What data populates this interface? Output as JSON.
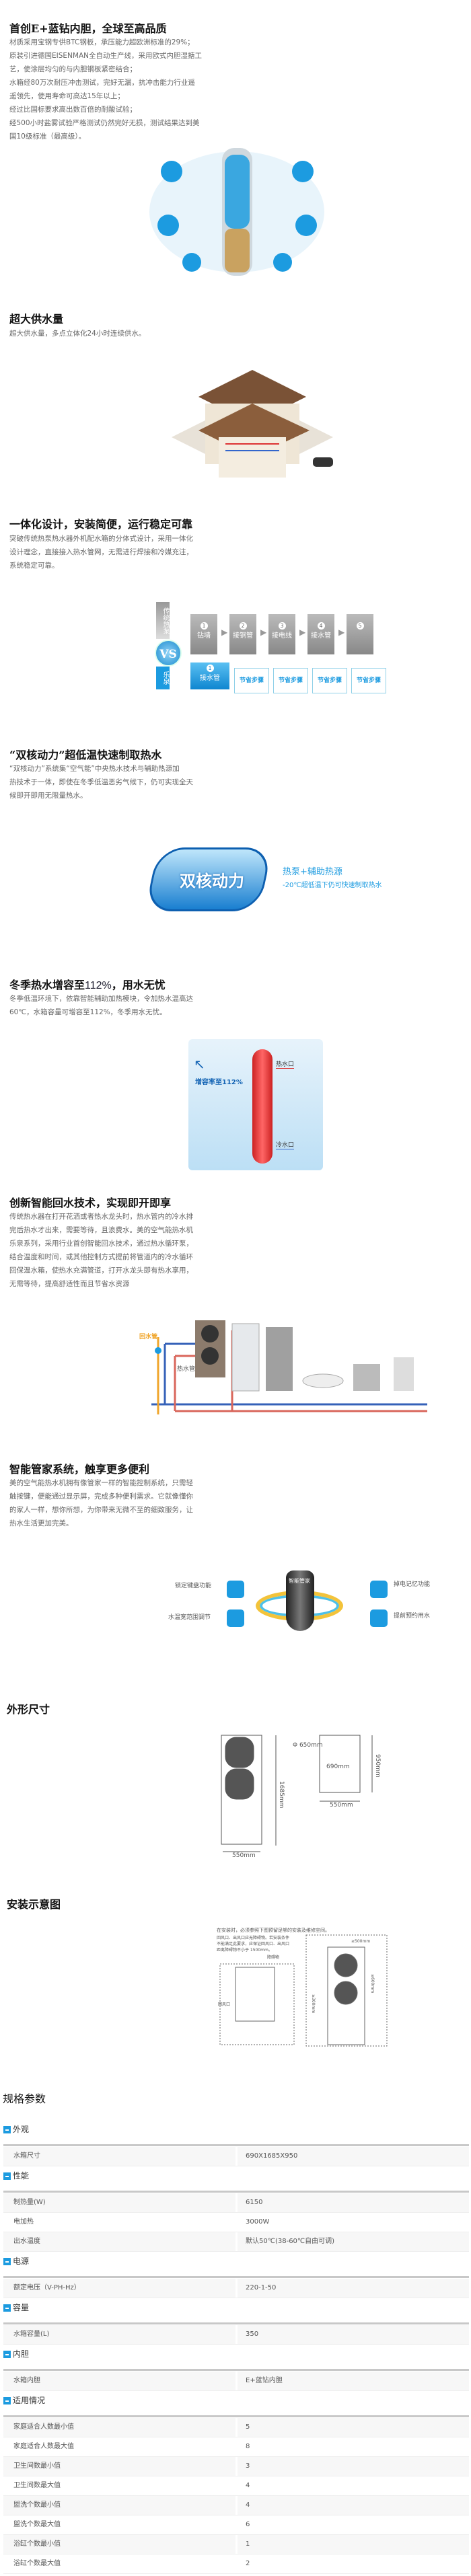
{
  "sections": [
    {
      "title": "首创E+蓝钻内胆，全球至高品质",
      "lines": [
        "材质采用宝钢专供BTC钢板，承压能力超欧洲标准的29%；",
        "原装引进德国EISENMAN全自动生产线，采用欧式内胆湿搪工",
        "艺，使涂层均匀的与内胆钢板紧密结合；",
        "水箱经80万次耐压冲击测试，完好无漏，抗冲击能力行业遥",
        "遥领先，使用寿命可高达15年以上；",
        "经过比国标要求高出数百倍的耐酸试验；",
        "经500小时盐雾试验严格测试仍然完好无损，测试结果达到美",
        "国10级标准（最高级）。"
      ]
    },
    {
      "title": "超大供水量",
      "lines": [
        "超大供水量，多点立体化24小时连续供水。"
      ]
    },
    {
      "title": "一体化设计，安装简便，运行稳定可靠",
      "lines": [
        "突破传统热泵热水器外机配水箱的分体式设计，采用一体化",
        "设计理念，直接接入热水管网，无需进行焊接和冷媒充注，",
        "系统稳定可靠。"
      ]
    },
    {
      "title": "“双核动力”超低温快速制取热水",
      "lines": [
        "“双核动力”系统集“空气能”中央热水技术与辅助热源加",
        "热技术于一体，即使在冬季低温恶劣气候下，仍可实现全天",
        "候即开即用无限量热水。"
      ]
    },
    {
      "title_a": "冬季热水增容至",
      "title_num": "112%",
      "title_b": "，用水无忧",
      "lines": [
        "冬季低温环境下，依靠智能辅助加热模块，令加热水温高达",
        "60℃，水箱容量可增容至112%，冬季用水无忧。"
      ]
    },
    {
      "title": "创新智能回水技术，实现即开即享",
      "lines": [
        "传统热水器在打开花洒或者热水龙头时，热水管内的冷水排",
        "完后热水才出来，需要等待，且浪费水。美的空气能热水机",
        "乐泉系列，采用行业首创智能回水技术，通过热水循环泵，",
        "结合温度和时间，或其他控制方式提前将管道内的冷水循环",
        "回保温水箱，使热水充满管道，打开水龙头即有热水享用，",
        "无需等待，提高舒适性而且节省水资源"
      ]
    },
    {
      "title": "智能管家系统，触享更多便利",
      "lines": [
        "美的空气能热水机拥有像管家一样的智能控制系统，只需轻",
        "触按键，便能通过显示屏，完成多种便利需求。它就像懂你",
        "的家人一样，想你所想，为你带来无微不至的细致服务，让",
        "热水生活更加完美。"
      ]
    }
  ],
  "flow": {
    "traditional": "传统热泵",
    "vs": "VS",
    "lequan": "乐泉",
    "steps": [
      {
        "n": "1",
        "t": "钻墙"
      },
      {
        "n": "2",
        "t": "接铜管"
      },
      {
        "n": "3",
        "t": "接电线"
      },
      {
        "n": "4",
        "t": "接水管"
      },
      {
        "n": "5",
        "t": ""
      }
    ],
    "new_step": {
      "n": "1",
      "t": "接水管"
    },
    "saved": "节省步骤"
  },
  "dual": {
    "badge": "双核动力",
    "line1": "热泵+辅助热源",
    "line2": "-20℃超低温下仍可快速制取热水"
  },
  "tank112": {
    "rate": "增容率至112%",
    "hot": "热水口",
    "cold": "冷水口"
  },
  "pipes": {
    "return": "回水管",
    "hot": "热水管"
  },
  "smart": {
    "badge": "智能管家",
    "f1": "锁定键盘功能",
    "f2": "水温宽范围调节",
    "f3": "掉电记忆功能",
    "f4": "提前预约用水"
  },
  "dims_title": "外形尺寸",
  "dims": {
    "w": "550mm",
    "h": "1685mm",
    "d": "690mm",
    "fan": "Φ 650mm",
    "h2": "950mm",
    "w2": "550mm"
  },
  "install_title": "安装示意图",
  "install": {
    "note": "在安装时，必须参照下图预留足够的安装及维修空间。",
    "note2": "回风口、出风口应无障碍物。若安装条件不能满足此要求，应保证回风口、出风口距离障碍物不小于 1500mm。",
    "obstacle": "障碍物",
    "inlet": "回风口",
    "top": "≥500mm",
    "side": "≥300mm",
    "side2": "≥600mm"
  },
  "spec": {
    "title": "规格参数",
    "groups": [
      {
        "name": "外观",
        "rows": [
          [
            "水箱尺寸",
            "690X1685X950"
          ]
        ]
      },
      {
        "name": "性能",
        "rows": [
          [
            "制热量(W)",
            "6150"
          ],
          [
            "电加热",
            "3000W"
          ],
          [
            "出水温度",
            "默认50℃(38-60℃自由可调)"
          ]
        ]
      },
      {
        "name": "电源",
        "rows": [
          [
            "额定电压（V-PH-Hz）",
            "220-1-50"
          ]
        ]
      },
      {
        "name": "容量",
        "rows": [
          [
            "水箱容量(L)",
            "350"
          ]
        ]
      },
      {
        "name": "内胆",
        "rows": [
          [
            "水箱内胆",
            "E+蓝钻内胆"
          ]
        ]
      },
      {
        "name": "适用情况",
        "rows": [
          [
            "家庭适合人数最小值",
            "5"
          ],
          [
            "家庭适合人数最大值",
            "8"
          ],
          [
            "卫生间数最小值",
            "3"
          ],
          [
            "卫生间数最大值",
            "4"
          ],
          [
            "盥洗个数最小值",
            "4"
          ],
          [
            "盥洗个数最大值",
            "6"
          ],
          [
            "浴缸个数最小值",
            "1"
          ],
          [
            "浴缸个数最大值",
            "2"
          ]
        ]
      }
    ]
  },
  "colors": {
    "accent": "#1c9be0",
    "title": "#111111",
    "body": "#666666"
  }
}
